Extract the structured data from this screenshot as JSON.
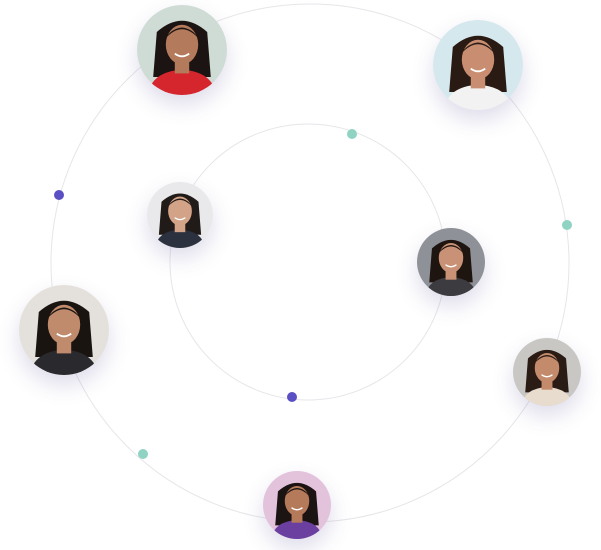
{
  "colors": {
    "orbit_line": "#e6e6ea",
    "dot_teal": "#8fd3c3",
    "dot_purple": "#5b4fc4"
  },
  "avatars": [
    {
      "id": "woman-red-top",
      "bg": "#cfdcd6",
      "skin": "#b47a5c",
      "hair": "#1c1412",
      "shirt": "#d6262d"
    },
    {
      "id": "woman-smiling",
      "bg": "#d5e8ee",
      "skin": "#c98e72",
      "hair": "#2a1a14",
      "shirt": "#f2f2f2"
    },
    {
      "id": "man-glasses-suit",
      "bg": "#e9e9ec",
      "skin": "#d2a387",
      "hair": "#201a18",
      "shirt": "#2c3140"
    },
    {
      "id": "woman-glasses",
      "bg": "#8f9198",
      "skin": "#c99175",
      "hair": "#1e1510",
      "shirt": "#3b3b40"
    },
    {
      "id": "man-beard",
      "bg": "#e4e1dc",
      "skin": "#c08a6c",
      "hair": "#1a1411",
      "shirt": "#2a2a2e"
    },
    {
      "id": "woman-bindi",
      "bg": "#c9c7c4",
      "skin": "#c48a6c",
      "hair": "#2a1b15",
      "shirt": "#e7dccd"
    },
    {
      "id": "man-purple-shirt",
      "bg": "#e3c2dc",
      "skin": "#b57a5a",
      "hair": "#1c1412",
      "shirt": "#6b3fa0"
    }
  ]
}
